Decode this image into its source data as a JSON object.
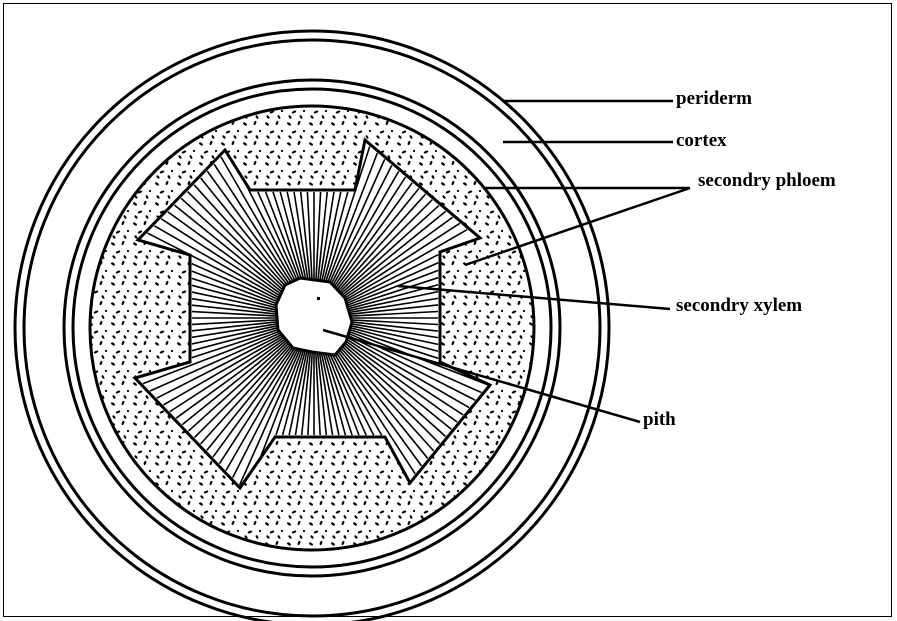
{
  "labels": {
    "periderm": "periderm",
    "cortex": "cortex",
    "phloem": "secondry phloem",
    "xylem": "secondry xylem",
    "pith": "pith"
  },
  "colors": {
    "ink": "#000000",
    "paper": "#ffffff"
  }
}
